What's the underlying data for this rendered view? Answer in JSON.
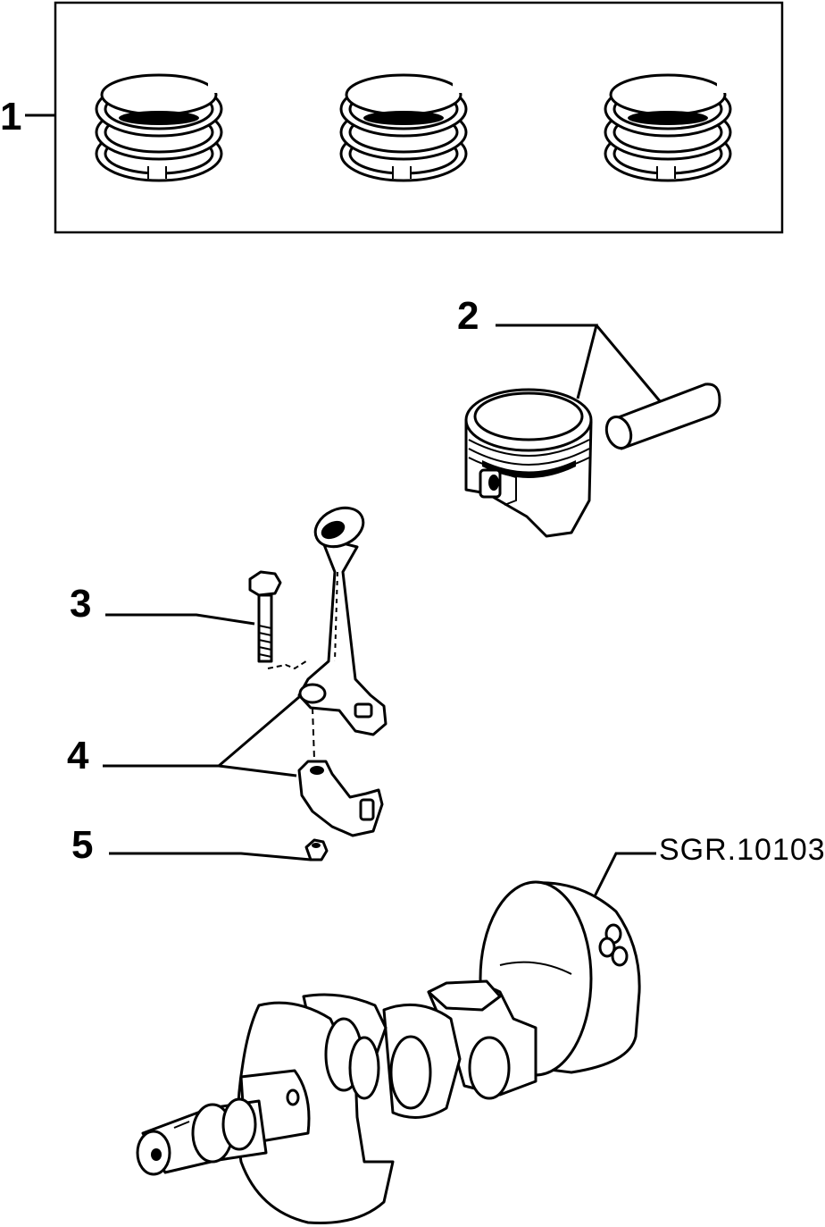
{
  "callouts": {
    "item1": "1",
    "item2": "2",
    "item3": "3",
    "item4": "4",
    "item5": "5"
  },
  "reference_code": "SGR.10103",
  "colors": {
    "ink": "#000000",
    "paper": "#ffffff"
  }
}
